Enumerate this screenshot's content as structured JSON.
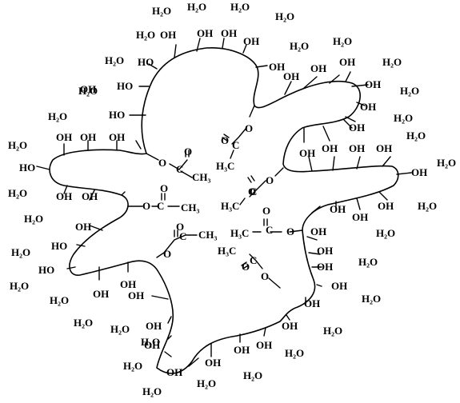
{
  "labels": {
    "water": "H₂O",
    "hydroxyl": "OH",
    "hydroxyl_left": "HO",
    "carbonyl_o": "O",
    "carbon": "C",
    "methyl": "CH₃",
    "methyl_left": "H₃C",
    "ester_o": "O"
  },
  "colors": {
    "stroke": "#000000",
    "background": "#ffffff"
  }
}
